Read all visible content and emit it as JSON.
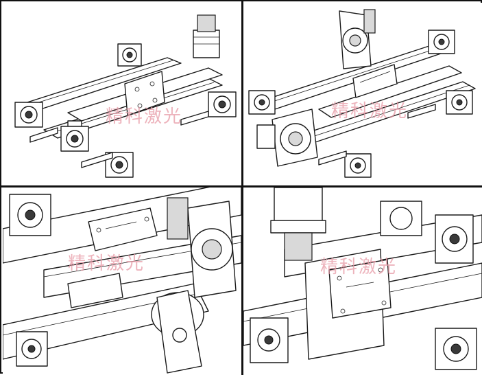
{
  "watermark": "精科激光",
  "panels": [
    {
      "id": "view-1",
      "watermark": "精科激光"
    },
    {
      "id": "view-2",
      "watermark": "精科激光"
    },
    {
      "id": "view-3",
      "watermark": "精科激光"
    },
    {
      "id": "view-4",
      "watermark": "精科激光"
    }
  ]
}
